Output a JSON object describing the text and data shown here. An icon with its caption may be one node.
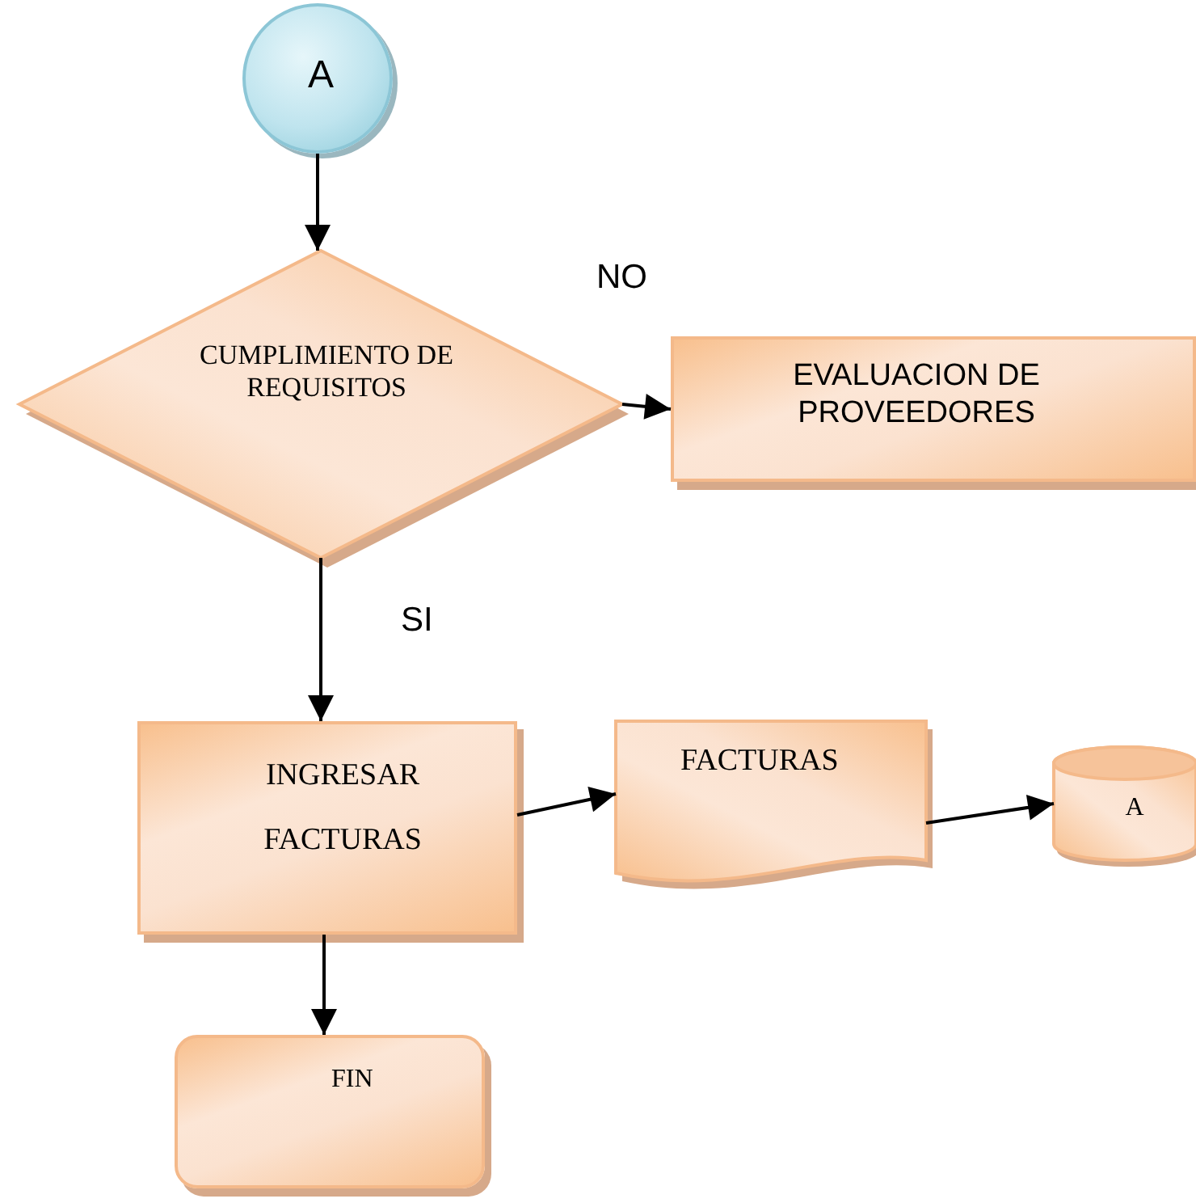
{
  "diagram": {
    "nodes": [
      {
        "text": [
          "A"
        ]
      },
      {
        "text": [
          "CUMPLIMIENTO DE REQUISITOS"
        ]
      },
      {
        "text": [
          "EVALUACION DE PROVEEDORES"
        ]
      },
      {
        "text": [
          "INGRESAR FACTURAS"
        ]
      },
      {
        "text": [
          "FACTURAS"
        ]
      },
      {
        "text": [
          "A"
        ]
      },
      {
        "text": [
          "FIN"
        ]
      }
    ],
    "edges": [
      {
        "from": 0,
        "to": 1,
        "arrow": "to"
      },
      {
        "from": 1,
        "to": 2,
        "arrow": "to",
        "label": "NO"
      },
      {
        "from": 1,
        "to": 3,
        "arrow": "to",
        "label": "SI"
      },
      {
        "from": 3,
        "to": 4,
        "arrow": "to"
      },
      {
        "from": 4,
        "to": 5,
        "arrow": "to"
      },
      {
        "from": 3,
        "to": 6,
        "arrow": "to"
      }
    ]
  }
}
